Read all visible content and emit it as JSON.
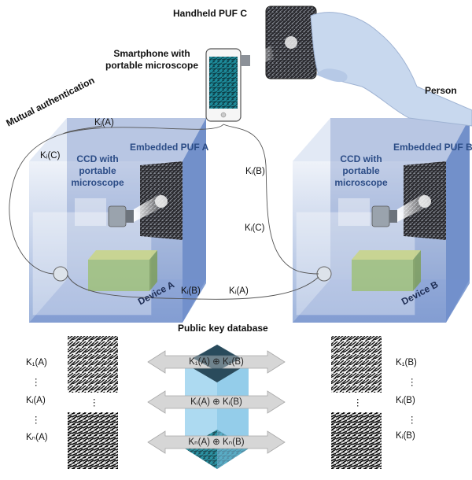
{
  "labels": {
    "handheld_puf": "Handheld PUF C",
    "smartphone_l1": "Smartphone with",
    "smartphone_l2": "portable microscope",
    "person": "Person",
    "mutual_auth": "Mutual authentication",
    "embedded_puf_a": "Embedded PUF A",
    "embedded_puf_b": "Embedded PUF B",
    "ccd_l1": "CCD with",
    "ccd_l2": "portable",
    "ccd_l3": "microscope",
    "device_a": "Device A",
    "device_b": "Device B",
    "public_db": "Public key database"
  },
  "link_keys": {
    "ki_a_top": "Kᵢ(A)",
    "ki_c_left": "Kᵢ(C)",
    "ki_b_mid": "Kᵢ(B)",
    "ki_c_mid": "Kᵢ(C)",
    "ki_b_bottom": "Kᵢ(B)",
    "ki_a_bottom": "Kᵢ(A)"
  },
  "left_keys": [
    "K₁(A)",
    "⋮",
    "Kᵢ(A)",
    "⋮",
    "Kₙ(A)"
  ],
  "right_keys": [
    "K₁(B)",
    "⋮",
    "Kᵢ(B)",
    "⋮",
    "Kᵢ(B)"
  ],
  "xor_rows": [
    "K₁(A) ⊕ K₁(B)",
    "Kᵢ(A) ⊕ Kᵢ(B)",
    "Kₙ(A) ⊕ Kₙ(B)"
  ],
  "colors": {
    "device_face": "#8ea9d6",
    "device_side": "#b7c8e6",
    "device_top": "#cfdcf0",
    "arrow": "#d9d9d9",
    "db_cube": "#9fd3ef",
    "line": "#555555"
  }
}
